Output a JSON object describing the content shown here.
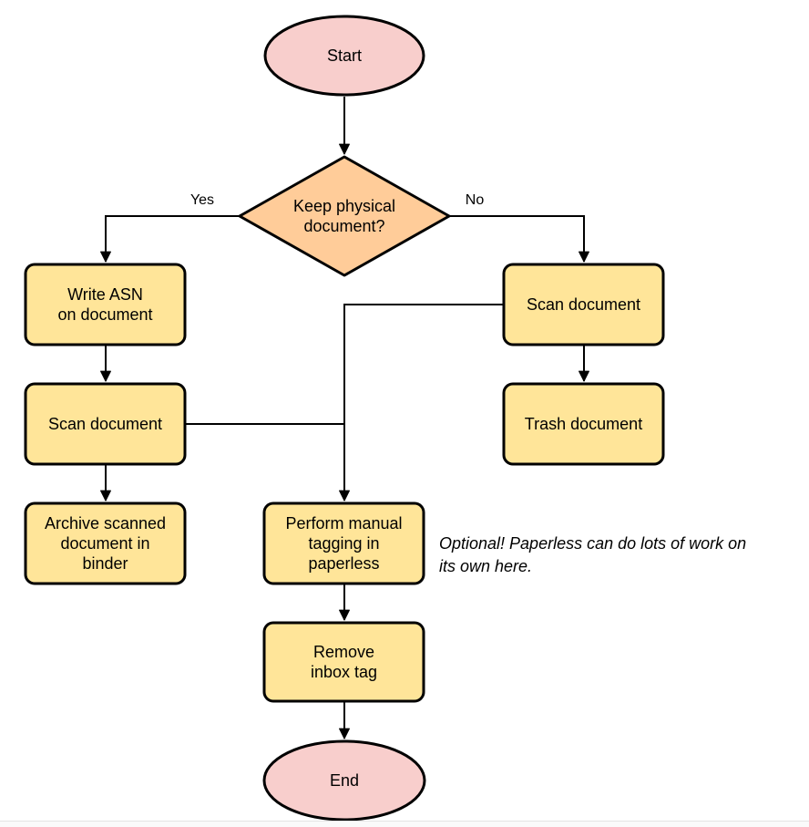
{
  "colors": {
    "terminator_fill": "#F8CECC",
    "decision_fill": "#FFCC99",
    "process_fill": "#FFE599",
    "stroke": "#000000"
  },
  "nodes": {
    "start": "Start",
    "decision": "Keep physical\ndocument?",
    "write_asn": "Write ASN\non document",
    "scan_left": "Scan document",
    "archive": "Archive scanned\ndocument in\nbinder",
    "scan_right": "Scan document",
    "trash": "Trash document",
    "tagging": "Perform manual\ntagging in\npaperless",
    "remove_inbox": "Remove\ninbox tag",
    "end": "End"
  },
  "edge_labels": {
    "yes": "Yes",
    "no": "No"
  },
  "annotation": "Optional! Paperless can do lots of work on\nits own here."
}
